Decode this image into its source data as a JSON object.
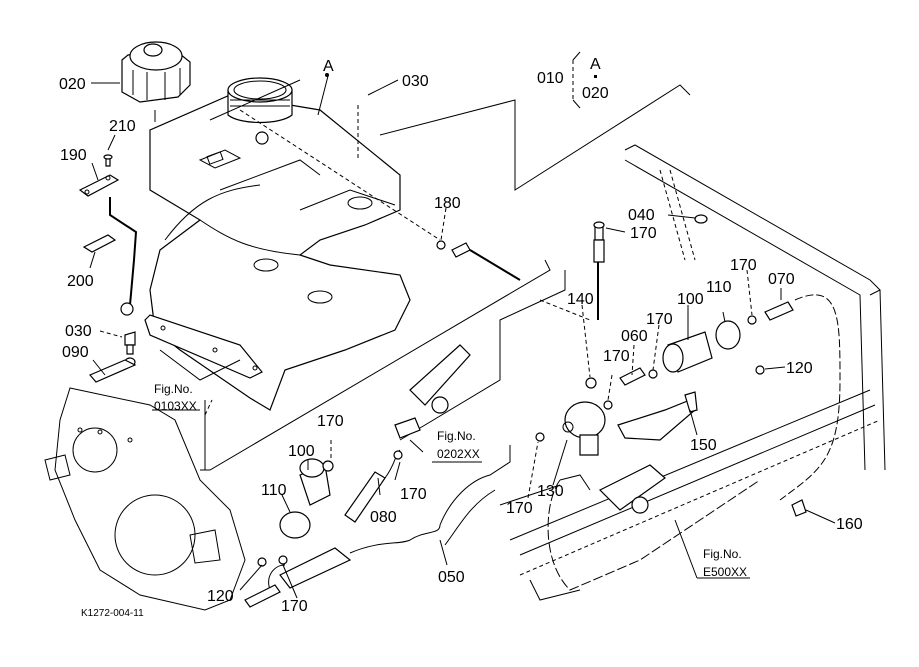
{
  "diagram": {
    "drawing_code": "K1272-004-11",
    "group_legend": {
      "parent": "010",
      "view_marker": "A",
      "child": "020"
    },
    "callouts": [
      {
        "id": "c-020",
        "label": "020"
      },
      {
        "id": "c-A",
        "label": "A"
      },
      {
        "id": "c-030-top",
        "label": "030"
      },
      {
        "id": "c-210",
        "label": "210"
      },
      {
        "id": "c-190",
        "label": "190"
      },
      {
        "id": "c-200",
        "label": "200"
      },
      {
        "id": "c-180",
        "label": "180"
      },
      {
        "id": "c-040",
        "label": "040"
      },
      {
        "id": "c-170-a",
        "label": "170"
      },
      {
        "id": "c-070",
        "label": "070"
      },
      {
        "id": "c-170-b",
        "label": "170"
      },
      {
        "id": "c-110-r",
        "label": "110"
      },
      {
        "id": "c-100-r",
        "label": "100"
      },
      {
        "id": "c-170-c",
        "label": "170"
      },
      {
        "id": "c-060",
        "label": "060"
      },
      {
        "id": "c-140",
        "label": "140"
      },
      {
        "id": "c-170-d",
        "label": "170"
      },
      {
        "id": "c-120-r",
        "label": "120"
      },
      {
        "id": "c-030-left",
        "label": "030"
      },
      {
        "id": "c-090",
        "label": "090"
      },
      {
        "id": "c-150",
        "label": "150"
      },
      {
        "id": "c-170-e",
        "label": "170"
      },
      {
        "id": "c-100-l",
        "label": "100"
      },
      {
        "id": "c-170-f",
        "label": "170"
      },
      {
        "id": "c-080",
        "label": "080"
      },
      {
        "id": "c-110-l",
        "label": "110"
      },
      {
        "id": "c-130",
        "label": "130"
      },
      {
        "id": "c-170-g",
        "label": "170"
      },
      {
        "id": "c-160",
        "label": "160"
      },
      {
        "id": "c-050",
        "label": "050"
      },
      {
        "id": "c-120-l",
        "label": "120"
      },
      {
        "id": "c-170-h",
        "label": "170"
      }
    ],
    "figure_refs": [
      {
        "id": "fig-0103",
        "caption": "Fig.No.",
        "number": "0103XX"
      },
      {
        "id": "fig-0202",
        "caption": "Fig.No.",
        "number": "0202XX"
      },
      {
        "id": "fig-E500",
        "caption": "Fig.No.",
        "number": "E500XX"
      }
    ]
  }
}
